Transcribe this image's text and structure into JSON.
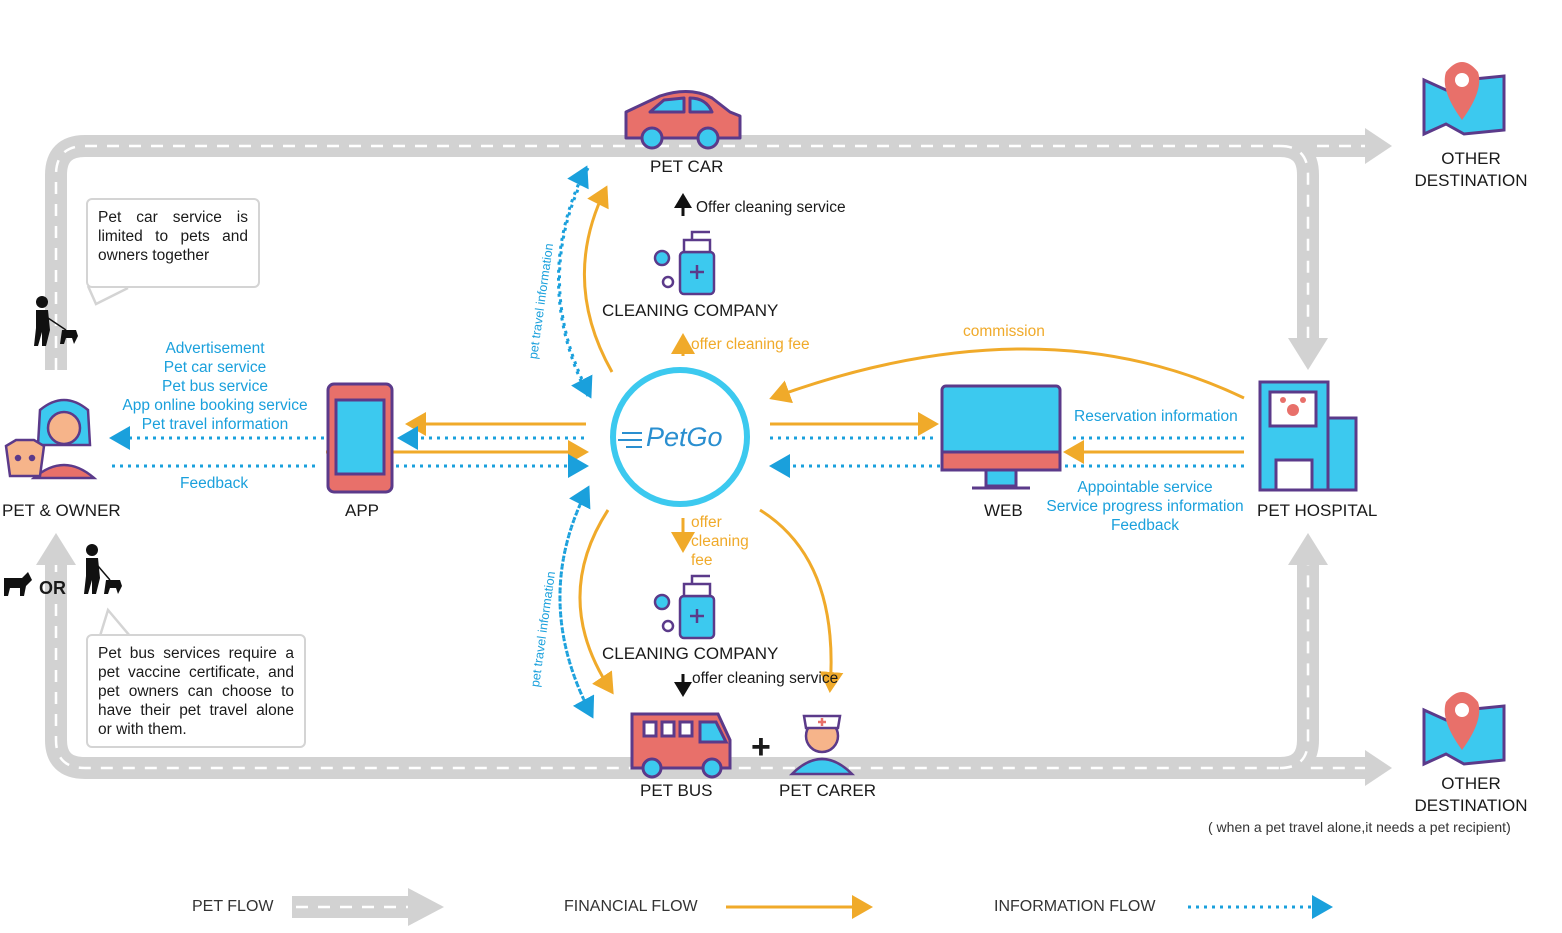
{
  "nodes": {
    "pet_car": "PET CAR",
    "cleaning_top": "CLEANING COMPANY",
    "cleaning_bottom": "CLEANING COMPANY",
    "app": "APP",
    "pet_owner": "PET & OWNER",
    "web": "WEB",
    "pet_hospital": "PET HOSPITAL",
    "pet_bus": "PET BUS",
    "pet_carer": "PET CARER",
    "other_dest_top": [
      "OTHER",
      "DESTINATION"
    ],
    "other_dest_bottom": [
      "OTHER",
      "DESTINATION"
    ],
    "other_dest_note": "( when a pet travel alone,it needs a pet recipient)",
    "logo": "PetGo",
    "or_label": "OR",
    "plus_label": "+"
  },
  "flows": {
    "offer_cleaning_service_top": "Offer cleaning service",
    "offer_cleaning_fee_top": "offer cleaning fee",
    "offer_cleaning_fee_bottom": [
      "offer",
      "cleaning",
      "fee"
    ],
    "offer_cleaning_service_bottom": "offer cleaning service",
    "commission": "commission",
    "pet_travel_info_top": "pet travel information",
    "pet_travel_info_bottom": "pet travel information",
    "app_info": [
      "Advertisement",
      "Pet car service",
      "Pet bus service",
      "App online booking service",
      "Pet travel information"
    ],
    "feedback_app": "Feedback",
    "reservation_info": "Reservation information",
    "hospital_info": [
      "Appointable service",
      "Service progress information",
      "Feedback"
    ]
  },
  "callouts": {
    "car_note": "Pet car service is limited to pets and owners together",
    "bus_note": "Pet bus services require a pet vaccine certificate, and pet owners can choose to have their pet travel alone or with them."
  },
  "legend": {
    "pet_flow": "PET FLOW",
    "financial_flow": "FINANCIAL FLOW",
    "information_flow": "INFORMATION FLOW"
  },
  "colors": {
    "info_flow": "#1aa0dc",
    "financial_flow": "#f0aa2a",
    "pet_flow": "#cfcfcf",
    "brand": "#3cc9ef",
    "accent_red": "#e8706a",
    "outline": "#5b3a8a"
  }
}
